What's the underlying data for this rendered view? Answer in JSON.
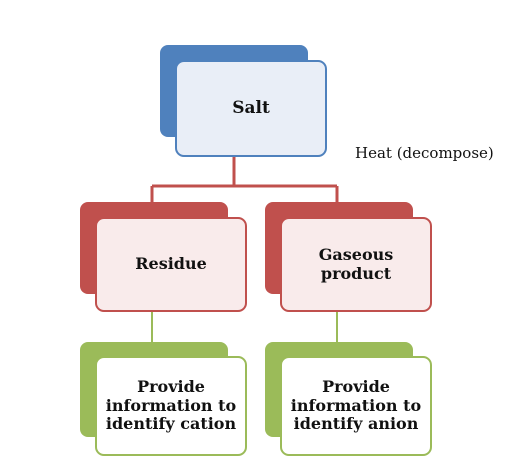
{
  "diagram": {
    "root": {
      "label": "Salt",
      "back_color": "#4f81bd",
      "border_color": "#4f81bd",
      "fill_color": "#e9eef7"
    },
    "edge_label": "Heat (decompose)",
    "edge_color": "#c0504d",
    "branches": [
      {
        "label_lines": [
          "Residue"
        ],
        "back_color": "#c0504d",
        "border_color": "#c0504d",
        "fill_color": "#f9ebeb",
        "child": {
          "label_lines": [
            "Provide",
            "information to",
            "identify cation"
          ],
          "back_color": "#9bbb59",
          "border_color": "#9bbb59",
          "fill_color": "#ffffff"
        }
      },
      {
        "label_lines": [
          "Gaseous",
          "product"
        ],
        "back_color": "#c0504d",
        "border_color": "#c0504d",
        "fill_color": "#f9ebeb",
        "child": {
          "label_lines": [
            "Provide",
            "information to",
            "identify anion"
          ],
          "back_color": "#9bbb59",
          "border_color": "#9bbb59",
          "fill_color": "#ffffff"
        }
      }
    ]
  }
}
